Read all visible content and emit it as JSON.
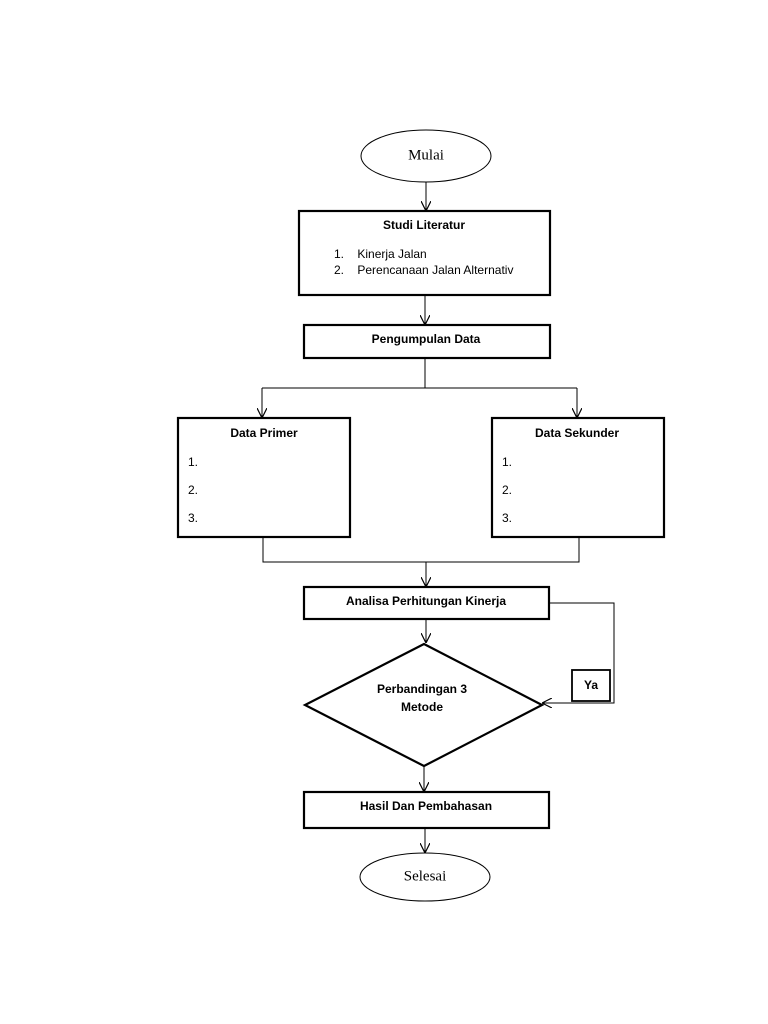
{
  "start": {
    "label": "Mulai"
  },
  "literature": {
    "title": "Studi Literatur",
    "items": [
      "1.    Kinerja Jalan",
      "2.    Perencanaan Jalan Alternativ"
    ]
  },
  "collection": {
    "label": "Pengumpulan Data"
  },
  "primary": {
    "title": "Data Primer",
    "items": [
      "1.",
      "2.",
      "3."
    ]
  },
  "secondary": {
    "title": "Data Sekunder",
    "items": [
      "1.",
      "2.",
      "3."
    ]
  },
  "analysis": {
    "label": "Analisa Perhitungan Kinerja"
  },
  "decision": {
    "line1": "Perbandingan 3",
    "line2": "Metode"
  },
  "yes_label": "Ya",
  "results": {
    "label": "Hasil Dan Pembahasan"
  },
  "end": {
    "label": "Selesai"
  }
}
